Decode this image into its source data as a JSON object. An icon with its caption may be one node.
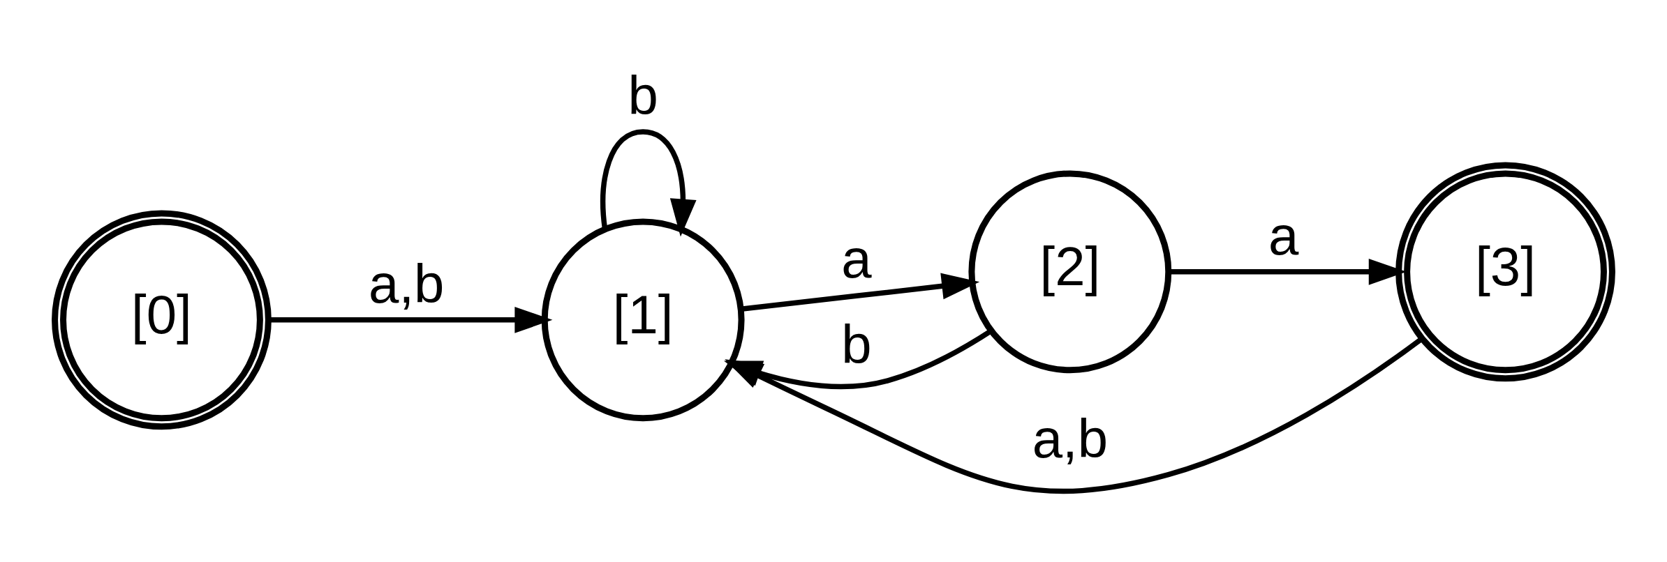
{
  "diagram": {
    "nodes": [
      {
        "text": [
          "[0]"
        ]
      },
      {
        "text": [
          "[1]"
        ]
      },
      {
        "text": [
          "[2]"
        ]
      },
      {
        "text": [
          "[3]"
        ]
      }
    ],
    "edges": [
      {
        "from": 0,
        "to": 1,
        "arrow": "to",
        "label": "a,b"
      },
      {
        "from": 1,
        "to": 1,
        "arrow": "to",
        "label": "b"
      },
      {
        "from": 1,
        "to": 2,
        "arrow": "to",
        "label": "a"
      },
      {
        "from": 2,
        "to": 1,
        "arrow": "to",
        "label": "b"
      },
      {
        "from": 2,
        "to": 3,
        "arrow": "to",
        "label": "a"
      },
      {
        "from": 3,
        "to": 1,
        "arrow": "to",
        "label": "a,b"
      }
    ]
  }
}
